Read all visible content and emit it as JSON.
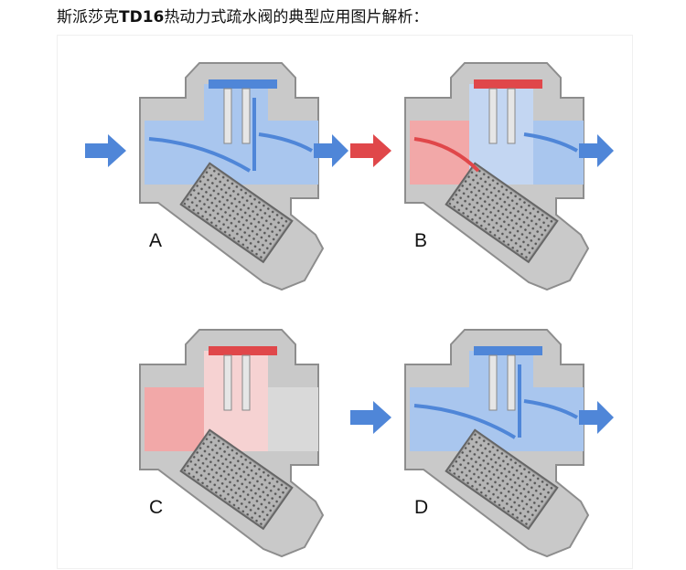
{
  "heading": {
    "prefix": "斯派莎克",
    "model": "TD16",
    "suffix": "热动力式疏水阀的典型应用图片解析："
  },
  "panels": [
    {
      "label": "A",
      "inlet_flow": "cold",
      "disc": "open"
    },
    {
      "label": "B",
      "inlet_flow": "hot",
      "disc": "closing"
    },
    {
      "label": "C",
      "inlet_flow": "hot",
      "disc": "closed"
    },
    {
      "label": "D",
      "inlet_flow": "cold",
      "disc": "open"
    }
  ],
  "colors": {
    "body": "#c9c9c9",
    "body_dark": "#8d8d8d",
    "cold": "#4f86d8",
    "cold_light": "#a9c6ee",
    "hot": "#e0474a",
    "hot_light": "#f2a8a8",
    "screen": "#9c9c9c"
  }
}
